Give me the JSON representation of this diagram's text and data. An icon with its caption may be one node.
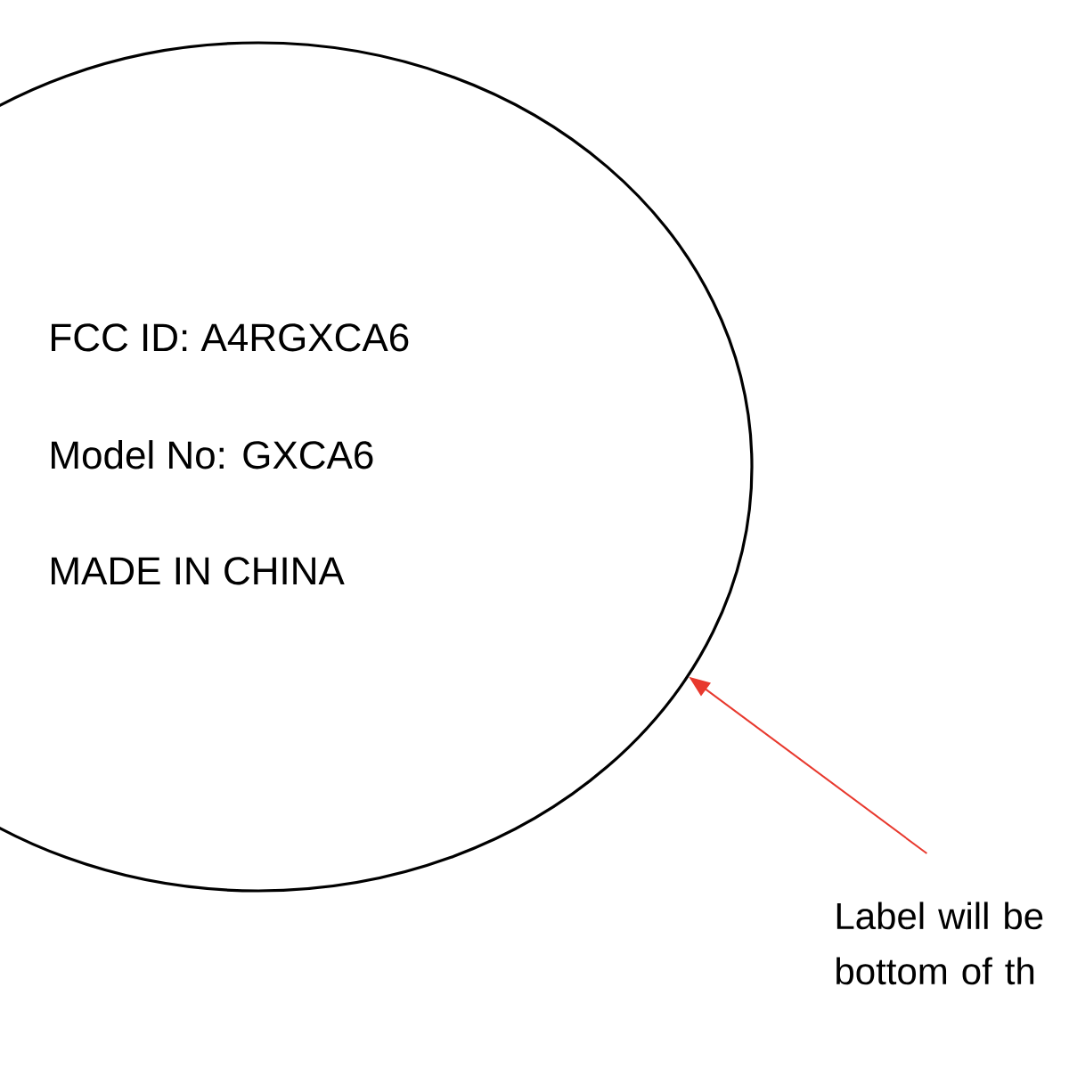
{
  "diagram": {
    "nodes": [
      {
        "text": [
          "FCC ID: A4RGXCA6",
          "Model No: GXCA6",
          "MADE IN CHINA"
        ]
      },
      {
        "text": [
          "Label will be bottom of th"
        ]
      }
    ],
    "edges": [
      {
        "from": 1,
        "to": 0,
        "arrow": "to",
        "color": "#e8392e"
      }
    ]
  }
}
